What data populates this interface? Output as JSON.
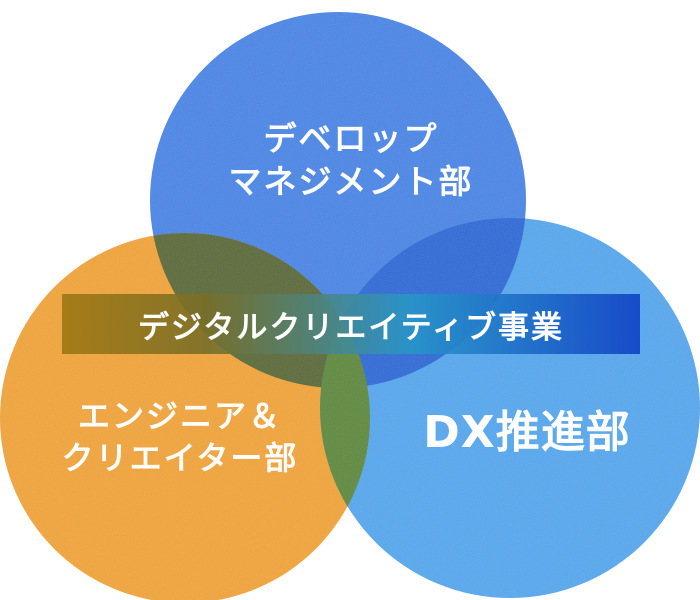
{
  "diagram": {
    "banner": "デジタルクリエイティブ事業",
    "circles": [
      {
        "id": "top",
        "lines": [
          "デベロップ",
          "マネジメント部"
        ],
        "color": "#4a86e8"
      },
      {
        "id": "left",
        "lines": [
          "エンジニア＆",
          "クリエイター部"
        ],
        "color": "#f3a53a"
      },
      {
        "id": "right",
        "lines": [
          "DX推進部"
        ],
        "color": "#56a8f0"
      }
    ],
    "overlap_colors": {
      "top_left": "#5c6a3a",
      "left_right": "#5f8a3e",
      "top_right": "#2f6ad8"
    }
  }
}
